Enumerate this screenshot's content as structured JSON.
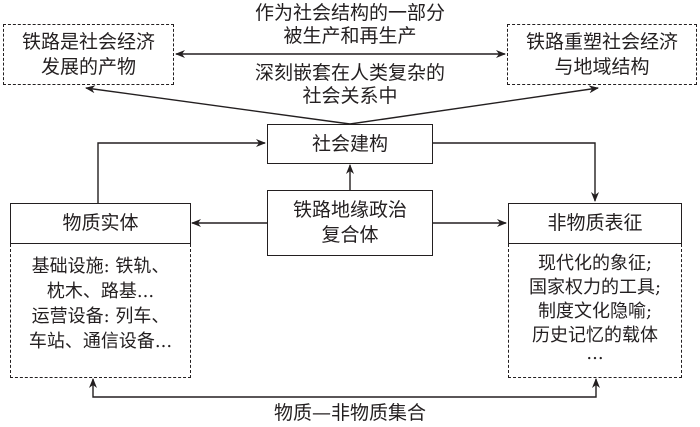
{
  "diagram": {
    "top_left_box": {
      "lines": [
        "铁路是社会经济",
        "发展的产物"
      ]
    },
    "top_right_box": {
      "lines": [
        "铁路重塑社会经济",
        "与地域结构"
      ]
    },
    "top_label_upper": {
      "lines": [
        "作为社会结构的一部分",
        "被生产和再生产"
      ]
    },
    "top_label_lower": {
      "lines": [
        "深刻嵌套在人类复杂的",
        "社会关系中"
      ]
    },
    "social_construction_box": {
      "label": "社会建构"
    },
    "core_box": {
      "lines": [
        "铁路地缘政治",
        "复合体"
      ]
    },
    "material_box": {
      "title": "物质实体",
      "details": [
        "基础设施: 铁轨、",
        "枕木、路基...",
        "运营设备: 列车、",
        "车站、通信设备..."
      ]
    },
    "immaterial_box": {
      "title": "非物质表征",
      "details": [
        "现代化的象征;",
        "国家权力的工具;",
        "制度文化隐喻;",
        "历史记忆的载体",
        "..."
      ]
    },
    "bottom_label": "物质—非物质集合"
  }
}
